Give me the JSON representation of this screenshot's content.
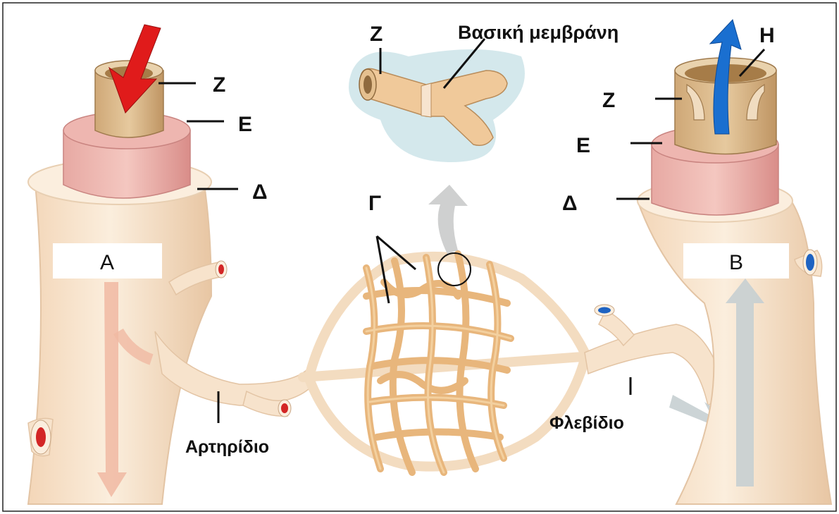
{
  "labels": {
    "z_left": "Z",
    "e_left": "Ε",
    "delta_left": "Δ",
    "z_top": "Z",
    "basement_membrane": "Βασική μεμβράνη",
    "h_right": "Η",
    "z_right": "Z",
    "e_right": "Ε",
    "delta_right": "Δ",
    "gamma": "Γ",
    "artery_box": "A",
    "vein_box": "B",
    "arteriole": "Αρτηρίδιο",
    "venule": "Φλεβίδιο"
  },
  "colors": {
    "vessel_outer": "#f7e3cc",
    "vessel_shade": "#e9c9a8",
    "muscle_layer": "#e3a4a0",
    "endothelium": "#d9b483",
    "capillary": "#e8b67c",
    "arterial_flow": "#e01b1b",
    "venous_flow": "#1a6fd0",
    "arterial_lumen": "#d32626",
    "venous_lumen": "#1e63c2"
  }
}
